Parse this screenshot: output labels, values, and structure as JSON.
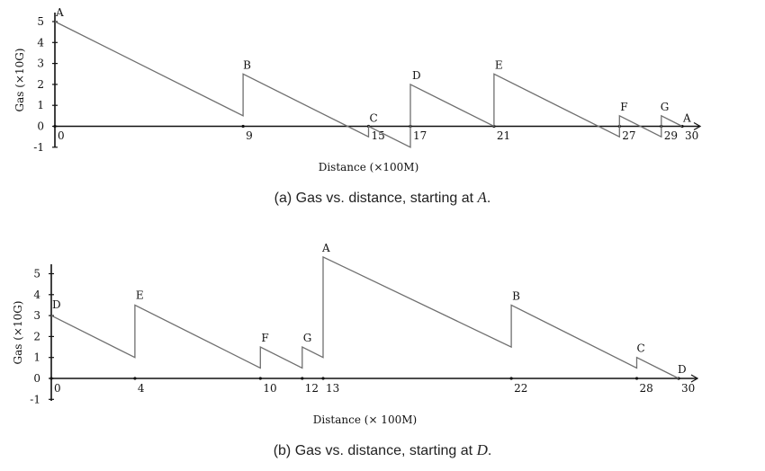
{
  "chart_data": [
    {
      "type": "line",
      "ylabel": "Gas (×10G)",
      "xlabel": "Distance (×100M)",
      "ylim": [
        -1,
        5
      ],
      "yticks": [
        -1,
        0,
        1,
        2,
        3,
        4,
        5
      ],
      "xlim": [
        0,
        30
      ],
      "xticks": [
        0,
        9,
        15,
        17,
        21,
        27,
        29,
        30
      ],
      "series": [
        {
          "x": [
            0,
            9,
            9,
            15,
            15,
            17,
            17,
            21,
            21,
            27,
            27,
            29,
            29,
            30
          ],
          "y": [
            5,
            0.5,
            2.5,
            -0.5,
            0,
            -1,
            2,
            0,
            2.5,
            -0.5,
            0.5,
            -0.5,
            0.5,
            0
          ]
        }
      ],
      "annotations": [
        {
          "text": "A",
          "x": 0,
          "y": 5
        },
        {
          "text": "B",
          "x": 9,
          "y": 2.5
        },
        {
          "text": "C",
          "x": 15,
          "y": 0
        },
        {
          "text": "D",
          "x": 17,
          "y": 2
        },
        {
          "text": "E",
          "x": 21,
          "y": 2.5
        },
        {
          "text": "F",
          "x": 27,
          "y": 0.5
        },
        {
          "text": "G",
          "x": 29,
          "y": 0.5
        },
        {
          "text": "A",
          "x": 30,
          "y": 0
        }
      ],
      "caption": {
        "prefix": "(a)  Gas vs. distance, starting at ",
        "var": "A",
        "suffix": "."
      }
    },
    {
      "type": "line",
      "ylabel": "Gas (×10G)",
      "xlabel": "Distance (× 100M)",
      "ylim": [
        -1,
        5
      ],
      "yticks": [
        -1,
        0,
        1,
        2,
        3,
        4,
        5
      ],
      "xlim": [
        0,
        30
      ],
      "xticks": [
        0,
        4,
        10,
        12,
        13,
        22,
        28,
        30
      ],
      "series": [
        {
          "x": [
            0,
            4,
            4,
            10,
            10,
            12,
            12,
            13,
            13,
            22,
            22,
            28,
            28,
            30
          ],
          "y": [
            3,
            1,
            3.5,
            0.5,
            1.5,
            0.5,
            1.5,
            1,
            5.8,
            1.5,
            3.5,
            0.5,
            1,
            0
          ]
        }
      ],
      "annotations": [
        {
          "text": "D",
          "x": 0,
          "y": 3
        },
        {
          "text": "E",
          "x": 4,
          "y": 3.5
        },
        {
          "text": "F",
          "x": 10,
          "y": 1.5
        },
        {
          "text": "G",
          "x": 12,
          "y": 1.5
        },
        {
          "text": "A",
          "x": 13,
          "y": 5.8
        },
        {
          "text": "B",
          "x": 22,
          "y": 3.5
        },
        {
          "text": "C",
          "x": 28,
          "y": 1
        },
        {
          "text": "D",
          "x": 30,
          "y": 0
        }
      ],
      "caption": {
        "prefix": "(b)  Gas vs. distance, starting at ",
        "var": "D",
        "suffix": "."
      }
    }
  ]
}
